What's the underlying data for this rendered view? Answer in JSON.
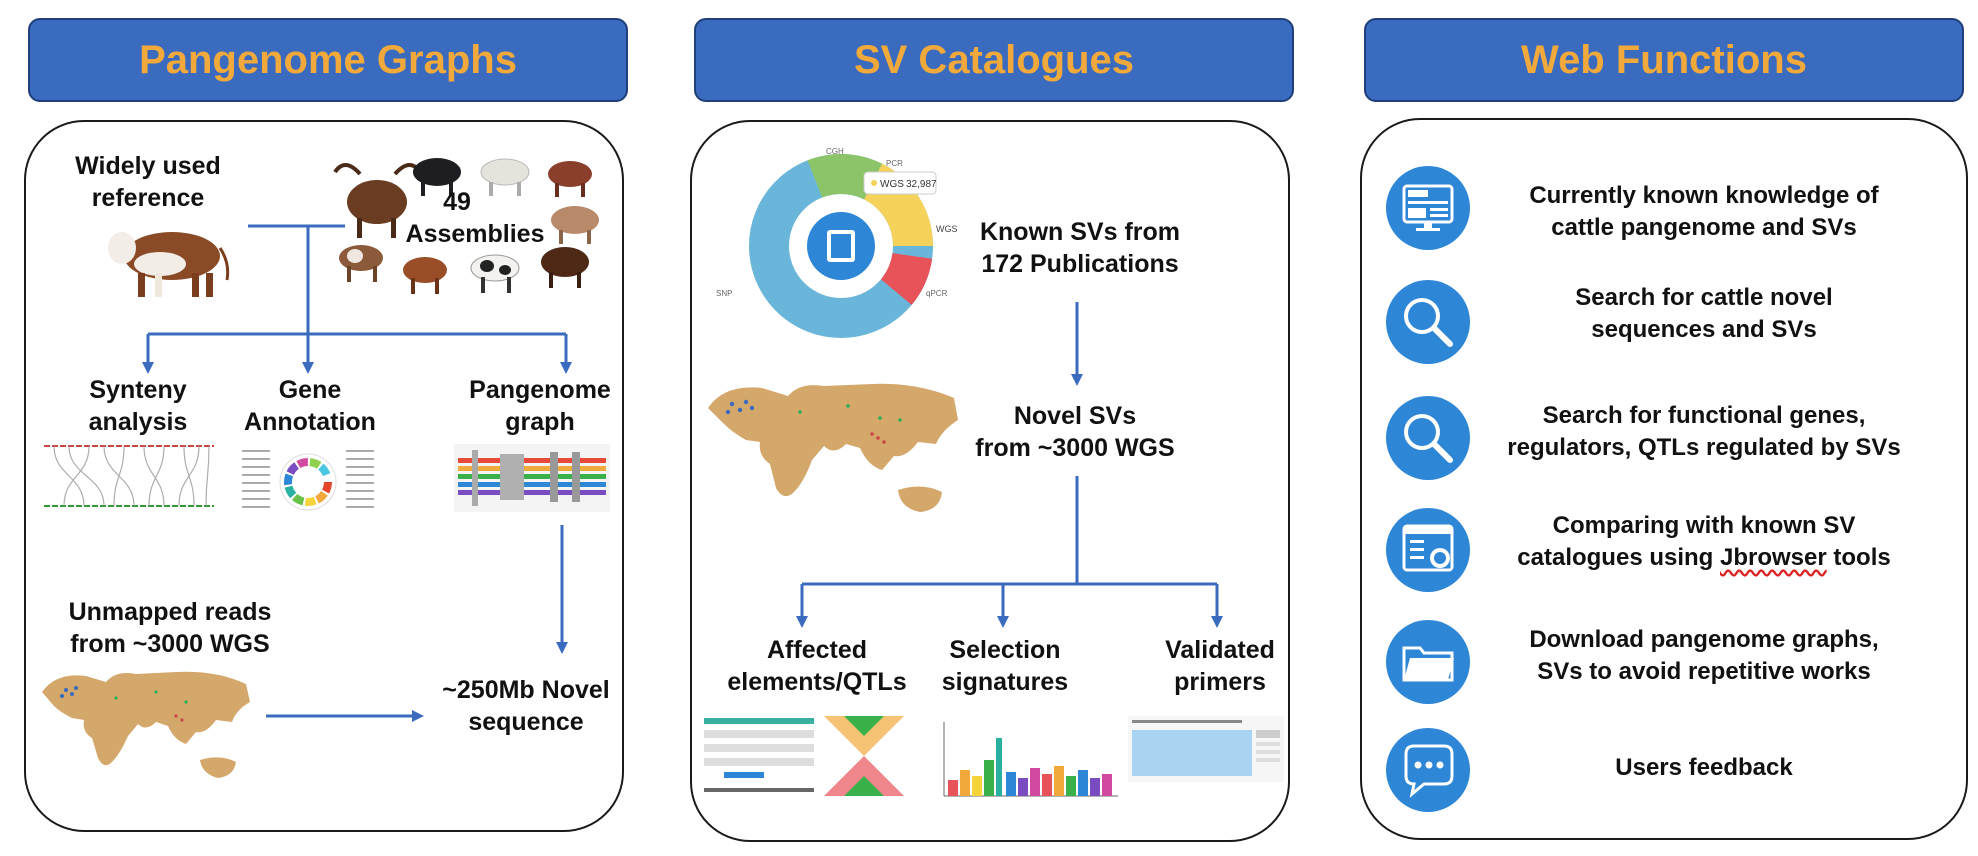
{
  "headers": {
    "pangenome": "Pangenome Graphs",
    "sv": "SV Catalogues",
    "web": "Web Functions"
  },
  "pangenome": {
    "reference_l1": "Widely used",
    "reference_l2": "reference",
    "assemblies_count": "49",
    "assemblies_label": "Assemblies",
    "synteny_l1": "Synteny",
    "synteny_l2": "analysis",
    "gene_l1": "Gene",
    "gene_l2": "Annotation",
    "graph_l1": "Pangenome",
    "graph_l2": "graph",
    "unmapped_l1": "Unmapped reads",
    "unmapped_l2": "from ~3000 WGS",
    "novel_l1": "~250Mb Novel",
    "novel_l2": "sequence"
  },
  "sv": {
    "known_l1": "Known SVs from",
    "known_l2": "172 Publications",
    "novel_l1": "Novel SVs",
    "novel_l2": "from ~3000 WGS",
    "affected_l1": "Affected",
    "affected_l2": "elements/QTLs",
    "selection_l1": "Selection",
    "selection_l2": "signatures",
    "validated_l1": "Validated",
    "validated_l2": "primers",
    "donut_tooltip_label": "WGS",
    "donut_tooltip_value": "32,987",
    "donut_labels": {
      "cgh": "CGH",
      "pcr": "PCR",
      "wgs": "WGS",
      "qpcr": "qPCR",
      "snp": "SNP"
    }
  },
  "web": {
    "items": [
      {
        "l1": "Currently known knowledge of",
        "l2": "cattle pangenome and SVs",
        "icon": "news-icon"
      },
      {
        "l1": "Search for cattle novel",
        "l2": "sequences and SVs",
        "icon": "search-icon"
      },
      {
        "l1": "Search for functional genes,",
        "l2": "regulators, QTLs regulated by SVs",
        "icon": "search-icon"
      },
      {
        "l1": "Comparing with known SV",
        "l2": "catalogues using ",
        "l2_squiggle": "Jbrowser",
        "l2_end": " tools",
        "icon": "browser-icon"
      },
      {
        "l1": "Download pangenome graphs,",
        "l2": "SVs to avoid repetitive works",
        "icon": "folder-icon"
      },
      {
        "l1": "Users feedback",
        "l2": "",
        "icon": "chat-icon"
      }
    ]
  },
  "colors": {
    "header_bg": "#3a6bbf",
    "header_text": "#f2a93b",
    "arrow": "#3a6bbf",
    "icon": "#2e86d6",
    "map": "#d4a76a"
  }
}
